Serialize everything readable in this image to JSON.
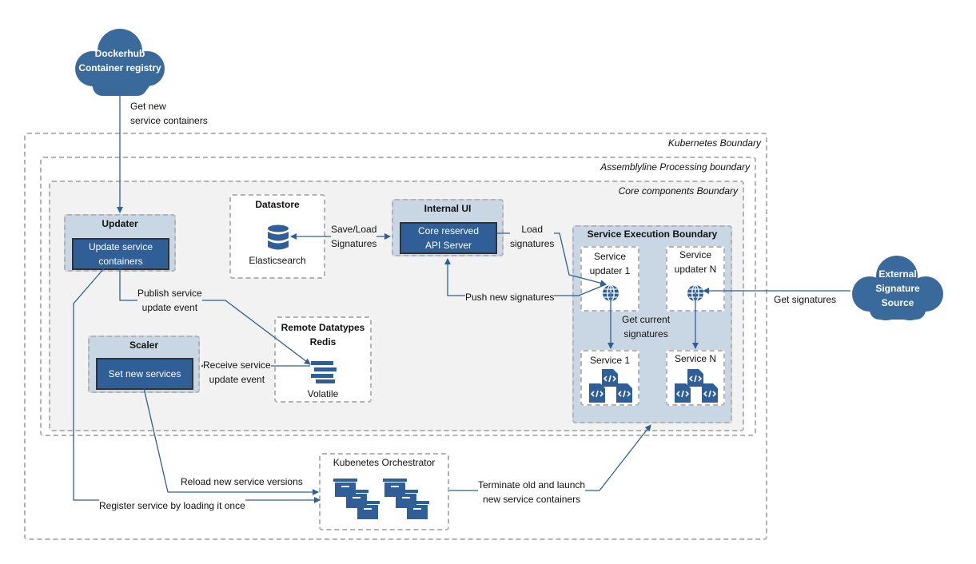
{
  "clouds": {
    "dockerhub": {
      "line1": "Dockerhub",
      "line2": "Container registry"
    },
    "external": {
      "line1": "External",
      "line2": "Signature",
      "line3": "Source"
    }
  },
  "boundaries": {
    "kubernetes": "Kubernetes Boundary",
    "assemblyline": "Assemblyline Processing boundary",
    "core": "Core components Boundary",
    "service_execution": "Service Execution Boundary"
  },
  "components": {
    "updater": {
      "title": "Updater",
      "button_line1": "Update service",
      "button_line2": "containers"
    },
    "scaler": {
      "title": "Scaler",
      "button": "Set new services"
    },
    "datastore": {
      "title": "Datastore",
      "caption": "Elasticsearch"
    },
    "internal_ui": {
      "title": "Internal UI",
      "button_line1": "Core reserved",
      "button_line2": "API Server"
    },
    "remote_datatypes": {
      "line1": "Remote Datatypes",
      "line2": "Redis",
      "caption": "Volatile"
    },
    "service_updater_1": {
      "line1": "Service",
      "line2": "updater 1"
    },
    "service_updater_n": {
      "line1": "Service",
      "line2": "updater N"
    },
    "service_1": {
      "label": "Service 1"
    },
    "service_n": {
      "label": "Service N"
    },
    "orchestrator": {
      "title": "Kubenetes Orchestrator"
    }
  },
  "edges": {
    "get_new": {
      "line1": "Get new",
      "line2": "service containers"
    },
    "save_load": {
      "line1": "Save/Load",
      "line2": "Signatures"
    },
    "load_sigs": {
      "line1": "Load",
      "line2": "signatures"
    },
    "publish": {
      "line1": "Publish service",
      "line2": "update event"
    },
    "push_new": "Push new signatures",
    "get_current": {
      "line1": "Get current",
      "line2": "signatures"
    },
    "get_signatures": "Get signatures",
    "receive": {
      "line1": "Receive service",
      "line2": "update event"
    },
    "reload": "Reload new service versions",
    "register": "Register service by loading it once",
    "terminate": {
      "line1": "Terminate old and launch",
      "line2": "new service containers"
    }
  },
  "colors": {
    "accent": "#2f5f96",
    "group_fill": "#c9d7e5",
    "cloud": "#3a6a9c",
    "line": "#2f5f96"
  }
}
